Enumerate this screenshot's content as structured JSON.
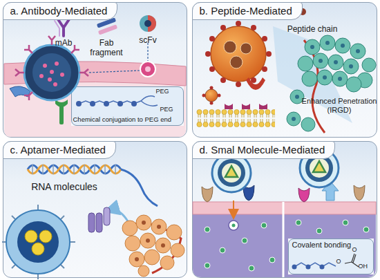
{
  "diagram": {
    "nodes": [
      {
        "text": [
          "a. Antibody-Mediated"
        ]
      },
      {
        "text": [
          "PEG",
          "PEG",
          "Chemical conjugation to PEG end"
        ],
        "in": 0
      },
      {
        "text": [
          "b. Peptide-Mediated"
        ]
      },
      {
        "text": [
          "c. Aptamer-Mediated"
        ]
      },
      {
        "text": [
          "d. Smal Molecule-Mediated"
        ]
      },
      {
        "text": [
          "Covalent bonding",
          "O",
          "O",
          "OH"
        ],
        "in": 4
      }
    ],
    "labels": [
      "mAb",
      "Fab fragment",
      "scFv",
      "Peptide chain",
      "Enhanced Penetration (IRGD)",
      "RNA molecules"
    ]
  }
}
